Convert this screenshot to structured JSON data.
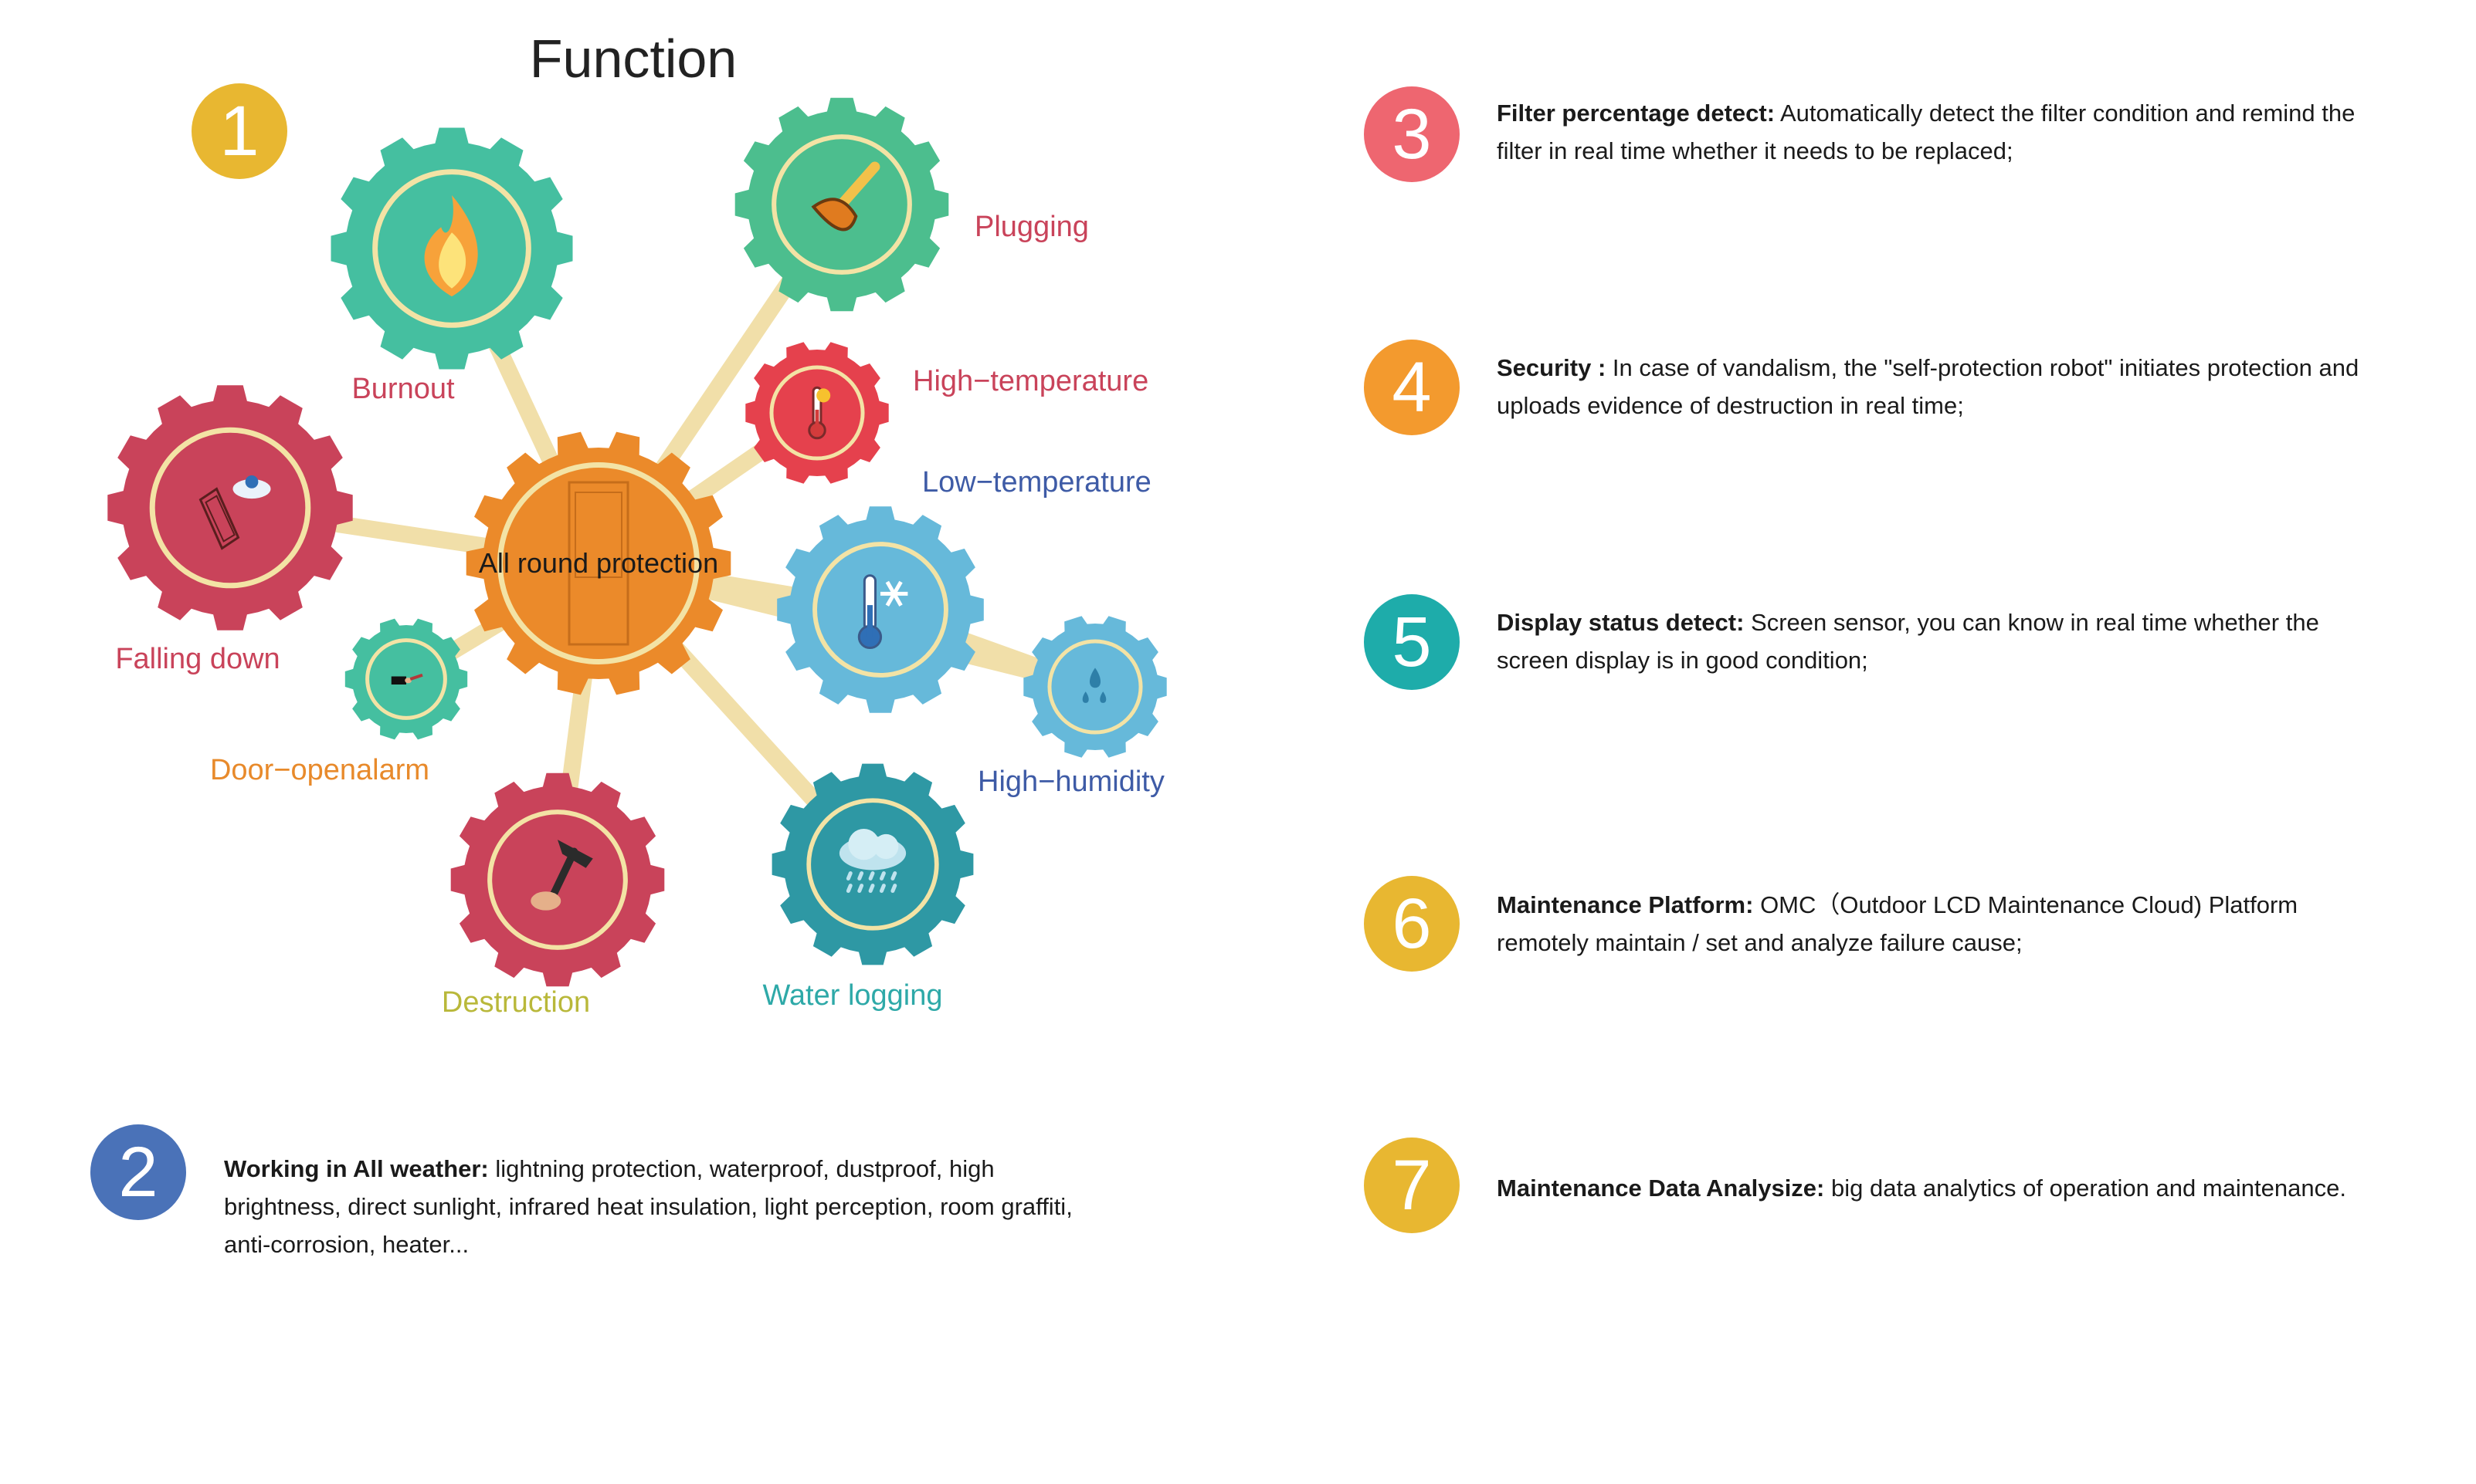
{
  "title": "Function",
  "colors": {
    "yellow": "#E8B731",
    "blue": "#4A72B8",
    "coral": "#EE6670",
    "orange": "#F39A2E",
    "teal": "#1EACAA",
    "hub_orange": "#EB8A2A",
    "gear_teal": "#45BFA0",
    "gear_green": "#4CBE8E",
    "gear_crimson": "#C9435A",
    "gear_red": "#E5414D",
    "gear_lightblue": "#66B9DA",
    "gear_darkteal": "#2E98A4",
    "connector": "#F1DFA9",
    "ring": "#F3E3A5"
  },
  "diagram": {
    "badge": "1",
    "hub_label": "All round protection",
    "nodes": [
      {
        "id": "burnout",
        "label": "Burnout",
        "icon": "fire-icon",
        "color": "#C9435A"
      },
      {
        "id": "plugging",
        "label": "Plugging",
        "icon": "plunger-icon",
        "color": "#C9435A"
      },
      {
        "id": "high-temperature",
        "label": "High−temperature",
        "icon": "thermometer-hot-icon",
        "color": "#C9435A"
      },
      {
        "id": "low-temperature",
        "label": "Low−temperature",
        "icon": "thermometer-cold-icon",
        "color": "#3E5BA6"
      },
      {
        "id": "high-humidity",
        "label": "High−humidity",
        "icon": "water-drops-icon",
        "color": "#3E5BA6"
      },
      {
        "id": "water-logging",
        "label": "Water logging",
        "icon": "rain-cloud-icon",
        "color": "#2EA9A8"
      },
      {
        "id": "destruction",
        "label": "Destruction",
        "icon": "hammer-icon",
        "color": "#B9B83A"
      },
      {
        "id": "door-open-alarm",
        "label": "Door−openalarm",
        "icon": "key-hand-icon",
        "color": "#E88A2B"
      },
      {
        "id": "falling-down",
        "label": "Falling down",
        "icon": "falling-cabinet-icon",
        "color": "#C9435A"
      }
    ]
  },
  "features": [
    {
      "num": "2",
      "color": "#4A72B8",
      "bold": "Working in All weather:",
      "text": " lightning protection, waterproof, dustproof, high brightness, direct sunlight, infrared heat insulation, light perception, room graffiti, anti-corrosion, heater..."
    },
    {
      "num": "3",
      "color": "#EE6670",
      "bold": "Filter percentage detect:",
      "text": " Automatically detect the filter condition and remind the filter in real time whether it needs to be replaced;"
    },
    {
      "num": "4",
      "color": "#F39A2E",
      "bold": "Security :",
      "text": " In case of vandalism, the \"self-protection robot\" initiates protection and uploads evidence of destruction in real time;"
    },
    {
      "num": "5",
      "color": "#1EACAA",
      "bold": "Display status detect:",
      "text": " Screen sensor, you can know in real time whether the screen display is in good condition;"
    },
    {
      "num": "6",
      "color": "#E8B731",
      "bold": "Maintenance Platform:",
      "text": " OMC（Outdoor LCD Maintenance Cloud) Platform remotely maintain / set and analyze failure cause;"
    },
    {
      "num": "7",
      "color": "#E8B731",
      "bold": "Maintenance Data Analysize:",
      "text": " big data analytics of operation and maintenance."
    }
  ]
}
